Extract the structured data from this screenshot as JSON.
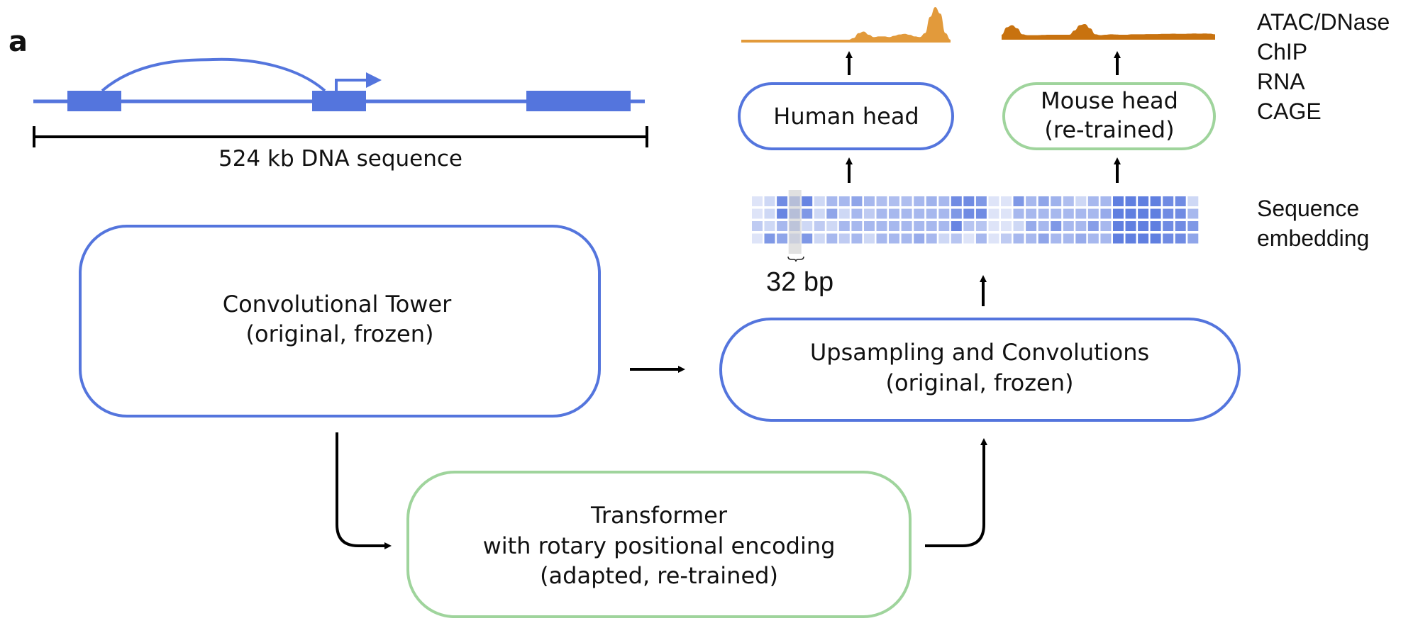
{
  "panel_label": "a",
  "colors": {
    "blue": "#5475dd",
    "green": "#9fd49c",
    "human_track": "#e29a3b",
    "mouse_track": "#c8720f",
    "arrow": "#000000",
    "highlight": "#c8c8c8"
  },
  "gene_diagram": {
    "scale_label": "524 kb DNA sequence",
    "exons": 3,
    "promoter_arrow": true
  },
  "boxes": {
    "conv_tower": {
      "line1": "Convolutional Tower",
      "line2": "(original, frozen)",
      "style": "blue"
    },
    "upsampling": {
      "line1": "Upsampling and Convolutions",
      "line2": "(original, frozen)",
      "style": "blue"
    },
    "transformer": {
      "line1": "Transformer",
      "line2": "with rotary positional encoding",
      "line3": "(adapted, re-trained)",
      "style": "green"
    },
    "human_head": {
      "line1": "Human head",
      "style": "blue"
    },
    "mouse_head": {
      "line1": "Mouse head",
      "line2": "(re-trained)",
      "style": "green"
    }
  },
  "track_labels": [
    "ATAC/DNase",
    "ChIP",
    "RNA",
    "CAGE"
  ],
  "embedding": {
    "label_line1": "Sequence",
    "label_line2": "embedding",
    "resolution_label": "32 bp",
    "highlighted_column": 3,
    "intensity_rows": [
      [
        0.1,
        0.2,
        0.8,
        0.5,
        0.85,
        0.2,
        0.45,
        0.45,
        0.6,
        0.45,
        0.4,
        0.4,
        0.4,
        0.45,
        0.5,
        0.45,
        0.8,
        0.8,
        0.7,
        0.1,
        0.1,
        0.7,
        0.45,
        0.6,
        0.5,
        0.4,
        0.2,
        0.45,
        0.45,
        0.9,
        0.9,
        0.9,
        0.9,
        0.8,
        0.8,
        0.2
      ],
      [
        0.1,
        0.2,
        0.85,
        0.5,
        0.7,
        0.2,
        0.6,
        0.2,
        0.45,
        0.3,
        0.45,
        0.45,
        0.45,
        0.45,
        0.45,
        0.45,
        0.7,
        0.8,
        0.8,
        0.1,
        0.1,
        0.45,
        0.45,
        0.45,
        0.45,
        0.45,
        0.45,
        0.45,
        0.55,
        0.9,
        0.9,
        0.9,
        0.9,
        0.8,
        0.8,
        0.45
      ],
      [
        0.3,
        0.2,
        0.45,
        0.4,
        0.2,
        0.3,
        0.2,
        0.45,
        0.45,
        0.45,
        0.45,
        0.45,
        0.45,
        0.45,
        0.45,
        0.45,
        0.85,
        0.35,
        0.35,
        0.1,
        0.1,
        0.2,
        0.55,
        0.45,
        0.7,
        0.45,
        0.45,
        0.65,
        0.45,
        0.9,
        0.9,
        0.9,
        0.9,
        0.8,
        0.8,
        0.7
      ],
      [
        0.1,
        0.7,
        0.6,
        0.2,
        0.7,
        0.2,
        0.45,
        0.3,
        0.45,
        0.2,
        0.45,
        0.45,
        0.45,
        0.55,
        0.45,
        0.2,
        0.35,
        0.1,
        0.45,
        0.1,
        0.3,
        0.45,
        0.45,
        0.6,
        0.45,
        0.45,
        0.55,
        0.45,
        0.45,
        0.9,
        0.9,
        0.9,
        0.9,
        0.8,
        0.8,
        0.6
      ]
    ]
  },
  "tracks": {
    "human": [
      0,
      0,
      0,
      0,
      0,
      0,
      0,
      0,
      0,
      0,
      0,
      0,
      0,
      0,
      0,
      0,
      0,
      0,
      0,
      0,
      0,
      0,
      0.05,
      0.2,
      0.25,
      0.15,
      0.08,
      0.1,
      0.1,
      0.08,
      0.12,
      0.16,
      0.18,
      0.15,
      0.1,
      0.08,
      0.2,
      0.7,
      1.0,
      0.8,
      0.2,
      0.0
    ],
    "mouse": [
      0.1,
      0.45,
      0.55,
      0.4,
      0.12,
      0.08,
      0.08,
      0.08,
      0.09,
      0.1,
      0.1,
      0.1,
      0.1,
      0.1,
      0.3,
      0.55,
      0.6,
      0.4,
      0.12,
      0.08,
      0.1,
      0.12,
      0.11,
      0.1,
      0.1,
      0.12,
      0.12,
      0.12,
      0.13,
      0.13,
      0.13,
      0.14,
      0.14,
      0.15,
      0.14,
      0.14,
      0.15,
      0.16,
      0.15,
      0.16,
      0.15,
      0.12
    ]
  }
}
